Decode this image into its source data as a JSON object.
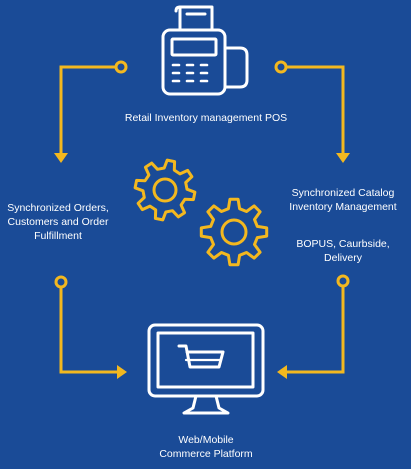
{
  "colors": {
    "background": "#1a4b97",
    "line": "#ffffff",
    "connector": "#f3b81f",
    "gear": "#f3b81f"
  },
  "icons": [
    "pos-terminal-icon",
    "gear-icon",
    "monitor-cart-icon"
  ],
  "labels": {
    "pos": "Retail Inventory management POS",
    "orders": "Synchronized Orders,\nCustomers and Order\nFulfillment",
    "catalog": "Synchronized Catalog\nInventory Management",
    "bopus": "BOPUS, Caurbside,\nDelivery",
    "web": "Web/Mobile\nCommerce Platform"
  }
}
